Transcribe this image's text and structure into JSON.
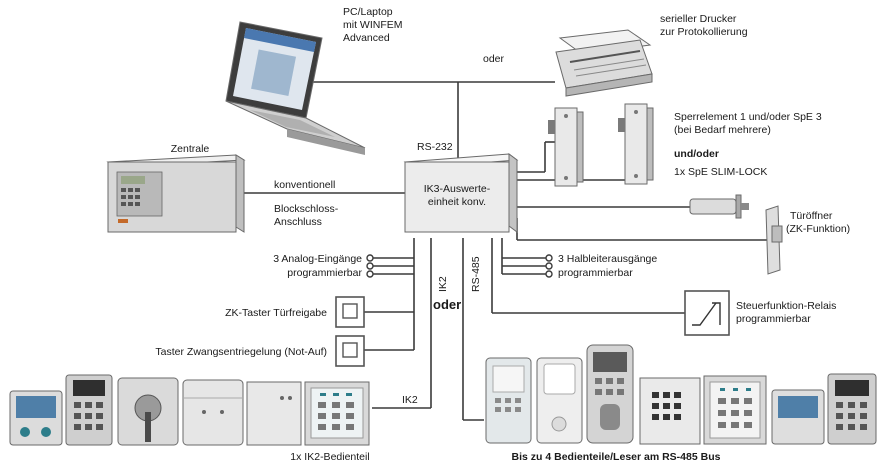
{
  "labels": {
    "pc": [
      "PC/Laptop",
      "mit WINFEM",
      "Advanced"
    ],
    "oder_top": "oder",
    "printer": [
      "serieller Drucker",
      "zur Protokollierung"
    ],
    "sperr": [
      "Sperrelement 1 und/oder SpE 3",
      "(bei Bedarf mehrere)"
    ],
    "und_oder": "und/oder",
    "slim": "1x SpE SLIM-LOCK",
    "zentrale": "Zentrale",
    "rs232": "RS-232",
    "konventionell": "konventionell",
    "blockschloss": [
      "Blockschloss-",
      "Anschluss"
    ],
    "ik3": [
      "IK3-Auswerte-",
      "einheit konv."
    ],
    "tueroeffner": [
      "Türöffner",
      "(ZK-Funktion)"
    ],
    "analog": [
      "3 Analog-Eingänge",
      "programmierbar"
    ],
    "halbleiter": [
      "3 Halbleiterausgänge",
      "programmierbar"
    ],
    "ik2_vert": "IK2",
    "rs485_vert": "RS-485",
    "oder_mid": "oder",
    "zk_taster": "ZK-Taster Türfreigabe",
    "taster_zwang": "Taster Zwangsentriegelung (Not-Auf)",
    "steuer": [
      "Steuerfunktion-Relais",
      "programmierbar"
    ],
    "ik2_bottom": "IK2",
    "ik2_bedienteil": "1x IK2-Bedienteil",
    "bus": "Bis zu 4 Bedienteile/Leser am RS-485 Bus"
  },
  "colors": {
    "line": "#3a3a3a",
    "device_light": "#e6e6e6",
    "device_mid": "#c9c9c9",
    "device_dark": "#8c8c8c",
    "screen": "#3a6a9a",
    "keypad_accent": "#2d7d8a"
  }
}
